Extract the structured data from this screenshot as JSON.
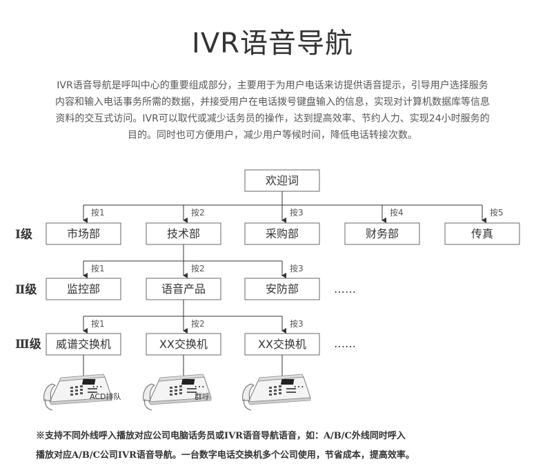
{
  "title": "IVR语音导航",
  "description": [
    "IVR语音导航是呼叫中心的重要组成部分，主要用于为用户电话来访提供语音提示，引导用户选择服务",
    "内容和输入电话事务所需的数据，并接受用户在电话拨号键盘输入的信息，实现对计算机数据库等信息",
    "资料的交互式访问。IVR可以取代或减少话务员的操作，达到提高效率、节约人力、实现24小时服务的",
    "目的。同时也可方便用户，减少用户等候时间，降低电话转接次数。"
  ],
  "diagram": {
    "root": "欢迎词",
    "levels": [
      "Ⅰ级",
      "Ⅱ级",
      "Ⅲ级"
    ],
    "level1": [
      {
        "label": "市场部",
        "press": "按1"
      },
      {
        "label": "技术部",
        "press": "按2"
      },
      {
        "label": "采购部",
        "press": "按3"
      },
      {
        "label": "财务部",
        "press": "按4"
      },
      {
        "label": "传真",
        "press": "按5"
      }
    ],
    "level2": [
      {
        "label": "监控部",
        "press": "按1"
      },
      {
        "label": "语音产品",
        "press": "按2"
      },
      {
        "label": "安防部",
        "press": "按3"
      }
    ],
    "level3": [
      {
        "label": "威谱交换机",
        "press": "按1"
      },
      {
        "label": "XX交换机",
        "press": "按2"
      },
      {
        "label": "XX交换机",
        "press": "按3"
      }
    ],
    "ellipsis": "……",
    "phones": [
      {
        "dots": "…",
        "label": "ACD排队"
      },
      {
        "dots": "…",
        "label": "群呼"
      },
      {
        "dots": "…",
        "label": ""
      }
    ]
  },
  "note": [
    "※支持不同外线呼入播放对应公司电脑话务员或IVR语音导航语音，如：A/B/C外线同时呼入",
    "播放对应A/B/C公司IVR语音导航。一台数字电话交换机多个公司使用，节省成本，提高效率。"
  ]
}
